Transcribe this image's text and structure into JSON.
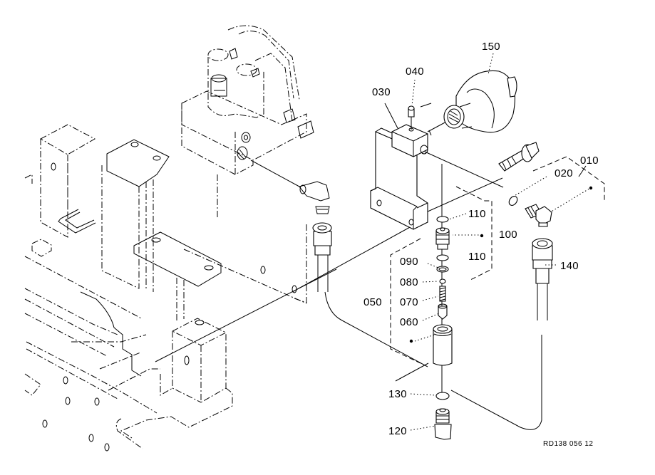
{
  "diagram": {
    "type": "exploded-parts-diagram",
    "reference_code": "RD138 056 12",
    "callouts": [
      {
        "id": "010",
        "label": "010"
      },
      {
        "id": "020",
        "label": "020"
      },
      {
        "id": "030",
        "label": "030"
      },
      {
        "id": "040",
        "label": "040"
      },
      {
        "id": "050",
        "label": "050"
      },
      {
        "id": "060",
        "label": "060"
      },
      {
        "id": "070",
        "label": "070"
      },
      {
        "id": "080",
        "label": "080"
      },
      {
        "id": "090",
        "label": "090"
      },
      {
        "id": "100",
        "label": "100"
      },
      {
        "id": "110a",
        "label": "110"
      },
      {
        "id": "110b",
        "label": "110"
      },
      {
        "id": "120",
        "label": "120"
      },
      {
        "id": "130",
        "label": "130"
      },
      {
        "id": "140",
        "label": "140"
      },
      {
        "id": "150",
        "label": "150"
      }
    ],
    "groups": [
      {
        "id": "010",
        "members": [
          "020"
        ]
      },
      {
        "id": "050",
        "members": [
          "060",
          "070",
          "080",
          "090"
        ]
      },
      {
        "id": "100",
        "members": [
          "110a",
          "110b"
        ]
      }
    ]
  }
}
